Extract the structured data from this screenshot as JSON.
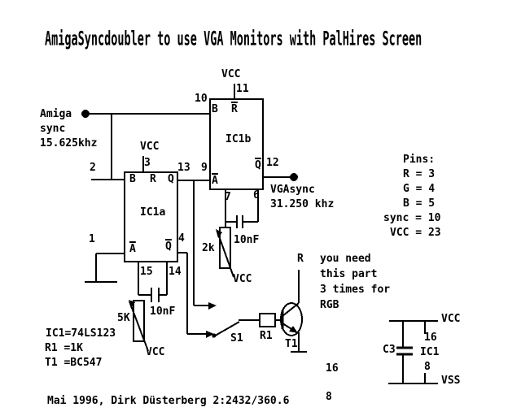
{
  "title": "AmigaSyncdoubler to use VGA Monitors with PalHires Screen",
  "input_signal": {
    "name": "Amiga",
    "type": "sync",
    "freq": "15.625khz"
  },
  "output_signal": {
    "name": "VGAsync",
    "freq": "31.250 khz"
  },
  "power": {
    "vcc": "VCC",
    "vss": "VSS"
  },
  "ic1a": {
    "label": "IC1a",
    "port_b": "B",
    "port_r": "R",
    "port_q": "Q",
    "port_a": "A",
    "port_qb": "Q",
    "pin_b": "2",
    "pin_r": "3",
    "pin_q": "13",
    "pin_a": "1",
    "pin_qb": "4",
    "pin_cext": "15",
    "pin_rcext": "14",
    "cap": "10nF",
    "pot": "5K"
  },
  "ic1b": {
    "label": "IC1b",
    "port_b": "B",
    "port_r": "R",
    "port_a": "A",
    "port_qb": "Q",
    "pin_b": "10",
    "pin_r": "11",
    "pin_a": "9",
    "pin_qb": "12",
    "pin_cext": "7",
    "pin_rcext": "6",
    "cap": "10nF",
    "pot": "2k"
  },
  "output_stage": {
    "switch": "S1",
    "resistor": "R1",
    "transistor": "T1",
    "collector_net": "R"
  },
  "note": {
    "line1": "you need",
    "line2": "this part",
    "line3": "3 times for",
    "line4": "RGB"
  },
  "pin_table": {
    "title": "Pins:",
    "rows": [
      "R = 3",
      "G = 4",
      "B = 5",
      "sync = 10",
      "VCC = 23"
    ]
  },
  "bypass": {
    "cap": "C3",
    "ic": "IC1",
    "pin_vcc": "16",
    "pin_vss": "8"
  },
  "floating_pins": {
    "p16": "16",
    "p8": "8"
  },
  "parts_list": [
    "IC1=74LS123",
    "R1 =1K",
    "T1 =BC547"
  ],
  "footer": "Mai 1996, Dirk Düsterberg 2:2432/360.6"
}
